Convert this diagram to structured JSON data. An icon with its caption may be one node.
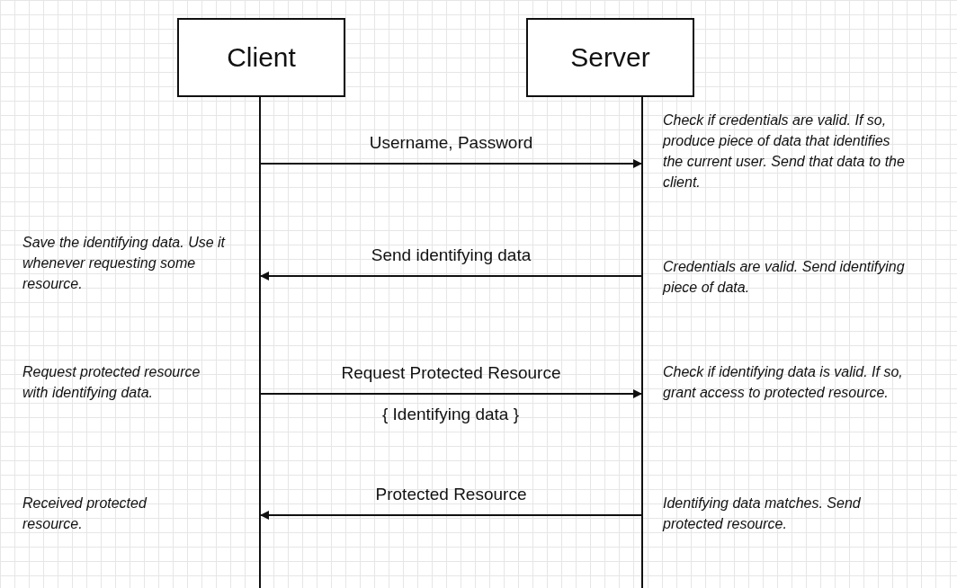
{
  "diagram": {
    "nodes": [
      {
        "text": [
          "Client"
        ]
      },
      {
        "text": [
          "Server"
        ]
      },
      {
        "text": [],
        "shape": "line"
      },
      {
        "text": [],
        "shape": "line"
      }
    ],
    "edges": [
      {
        "from": 2,
        "to": 3,
        "arrow": "to",
        "label": "Username, Password"
      },
      {
        "from": 3,
        "to": 2,
        "arrow": "to",
        "label": "Send identifying data"
      },
      {
        "from": 2,
        "to": 3,
        "arrow": "to",
        "label": "Request Protected Resource"
      },
      {
        "from": 3,
        "to": 2,
        "arrow": "to",
        "label": "Protected Resource"
      }
    ],
    "labels": [
      "Check if credentials are valid. If so, produce piece of data that identifies the current user. Send that data to the client.",
      "Save the identifying data. Use it whenever requesting some resource.",
      "Credentials are valid. Send identifying piece of data.",
      "Request protected resource with identifying data.",
      "Check if identifying data is valid. If so, grant access to protected resource.",
      "{ Identifying data }",
      "Received protected resource.",
      "Identifying data matches. Send protected resource."
    ]
  }
}
